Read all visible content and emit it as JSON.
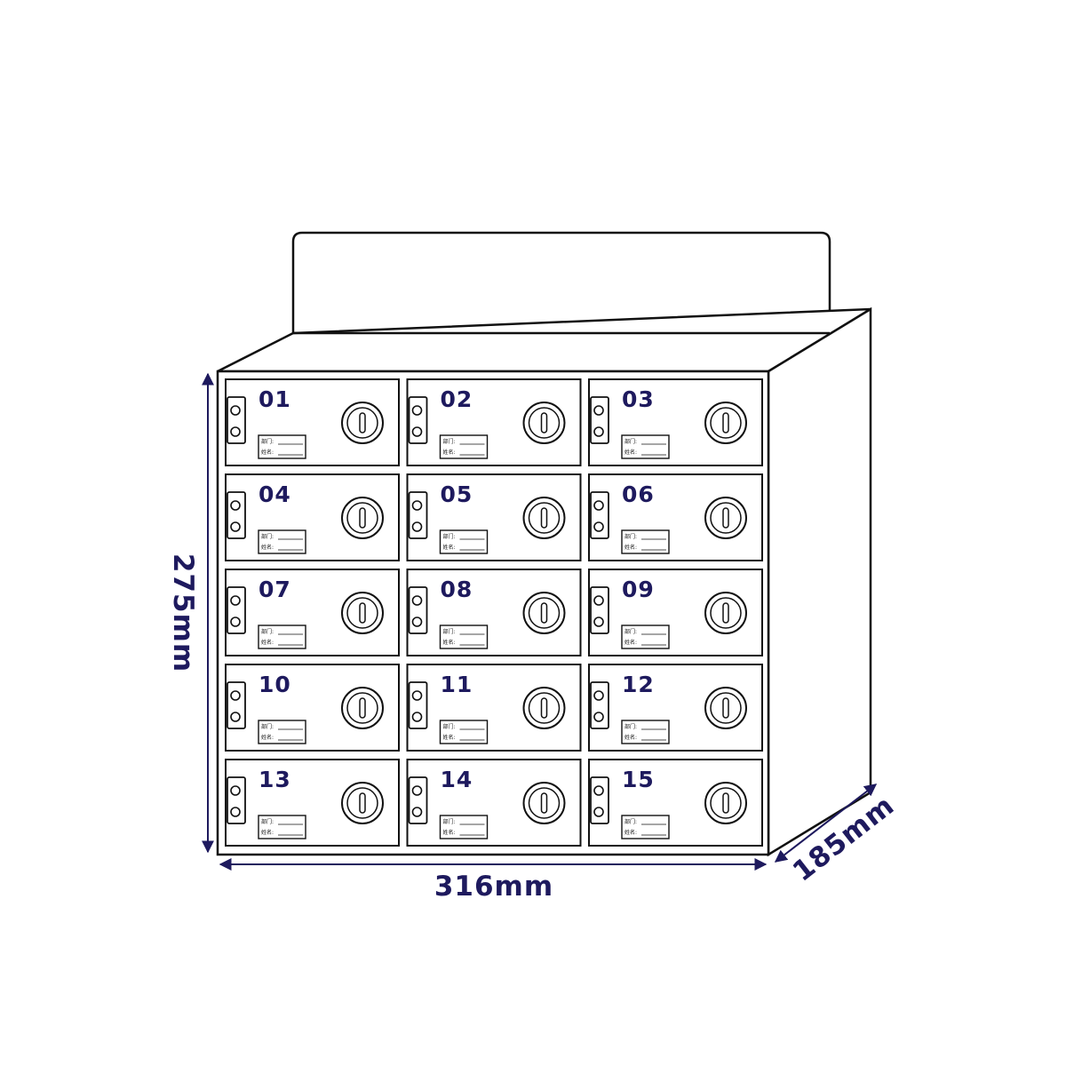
{
  "cabinet": {
    "doors": [
      {
        "number": "01",
        "tag_line1": "部门:",
        "tag_line2": "姓名:"
      },
      {
        "number": "02",
        "tag_line1": "部门:",
        "tag_line2": "姓名:"
      },
      {
        "number": "03",
        "tag_line1": "部门:",
        "tag_line2": "姓名:"
      },
      {
        "number": "04",
        "tag_line1": "部门:",
        "tag_line2": "姓名:"
      },
      {
        "number": "05",
        "tag_line1": "部门:",
        "tag_line2": "姓名:"
      },
      {
        "number": "06",
        "tag_line1": "部门:",
        "tag_line2": "姓名:"
      },
      {
        "number": "07",
        "tag_line1": "部门:",
        "tag_line2": "姓名:"
      },
      {
        "number": "08",
        "tag_line1": "部门:",
        "tag_line2": "姓名:"
      },
      {
        "number": "09",
        "tag_line1": "部门:",
        "tag_line2": "姓名:"
      },
      {
        "number": "10",
        "tag_line1": "部门:",
        "tag_line2": "姓名:"
      },
      {
        "number": "11",
        "tag_line1": "部门:",
        "tag_line2": "姓名:"
      },
      {
        "number": "12",
        "tag_line1": "部门:",
        "tag_line2": "姓名:"
      },
      {
        "number": "13",
        "tag_line1": "部门:",
        "tag_line2": "姓名:"
      },
      {
        "number": "14",
        "tag_line1": "部门:",
        "tag_line2": "姓名:"
      },
      {
        "number": "15",
        "tag_line1": "部门:",
        "tag_line2": "姓名:"
      }
    ]
  },
  "dimensions": {
    "width": "316mm",
    "height": "275mm",
    "depth": "185mm"
  },
  "colors": {
    "accent": "#1e1a5e",
    "line": "#111111",
    "background": "#ffffff"
  }
}
